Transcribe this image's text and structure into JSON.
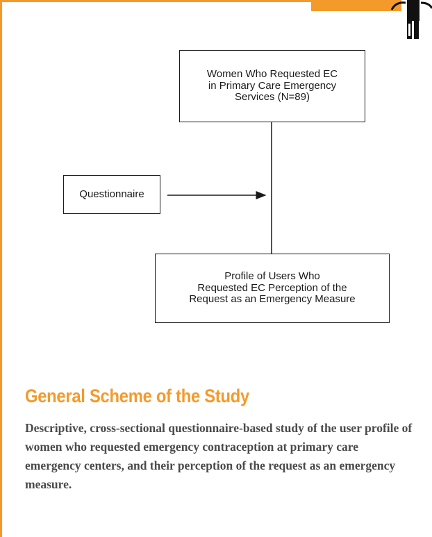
{
  "diagram": {
    "box_women_lines": [
      "Women Who Requested EC",
      "in Primary Care Emergency",
      "Services (N=89)"
    ],
    "box_questionnaire": "Questionnaire",
    "box_profile_lines": [
      "Profile of Users Who",
      "Requested EC Perception of the",
      "Request as an Emergency Measure"
    ]
  },
  "section": {
    "title": "General Scheme of the Study",
    "description": "Descriptive, cross-sectional questionnaire-based study of the user profile of women who requested emergency contraception at primary care emergency centers, and their perception of the request as an emergency measure."
  },
  "colors": {
    "accent": "#f39a2b",
    "text": "#1a1a1a",
    "body_text": "#4a4a4a"
  }
}
